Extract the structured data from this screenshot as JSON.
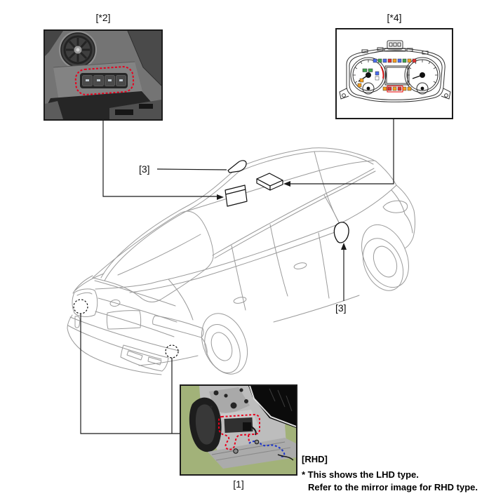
{
  "callouts": {
    "box2_label": "[*2]",
    "box4_label": "[*4]",
    "box1_label": "[1]",
    "antenna_label": "[3]",
    "mirror_label": "[3]"
  },
  "note": {
    "rhd_tag": "[RHD]",
    "line1": "* This shows the LHD type.",
    "line2": "Refer to the mirror image for RHD type."
  },
  "colors": {
    "car_line_gray": "#9b9b9b",
    "callout_black": "#1a1a1a",
    "highlight_red": "#e8001d",
    "wire_blue": "#2239c8",
    "photo_green": "#a2b279"
  }
}
